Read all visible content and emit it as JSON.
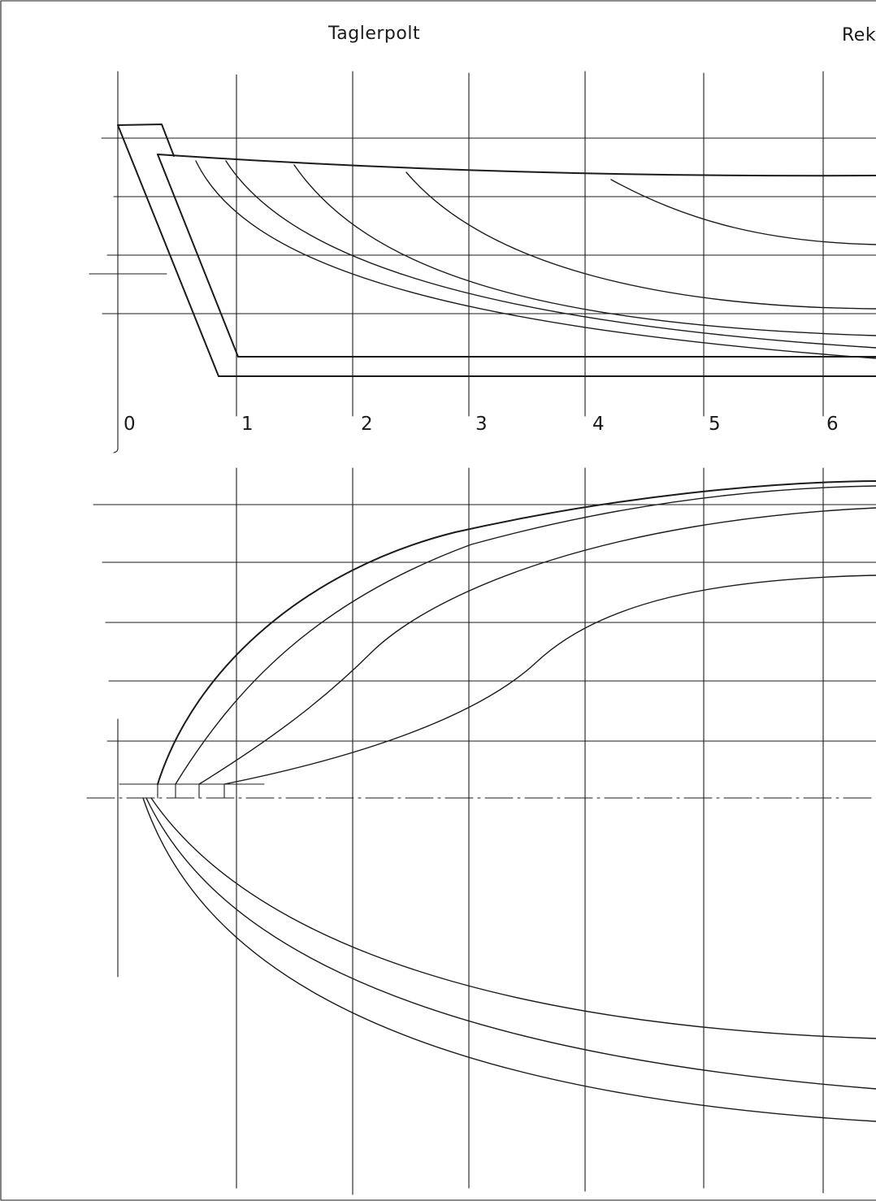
{
  "titles": {
    "left": "Taglerpolt",
    "right": "Rek"
  },
  "stations": [
    "0",
    "1",
    "2",
    "3",
    "4",
    "5",
    "6"
  ],
  "colors": {
    "ink": "#1b1b1b",
    "paper": "#ffffff"
  }
}
